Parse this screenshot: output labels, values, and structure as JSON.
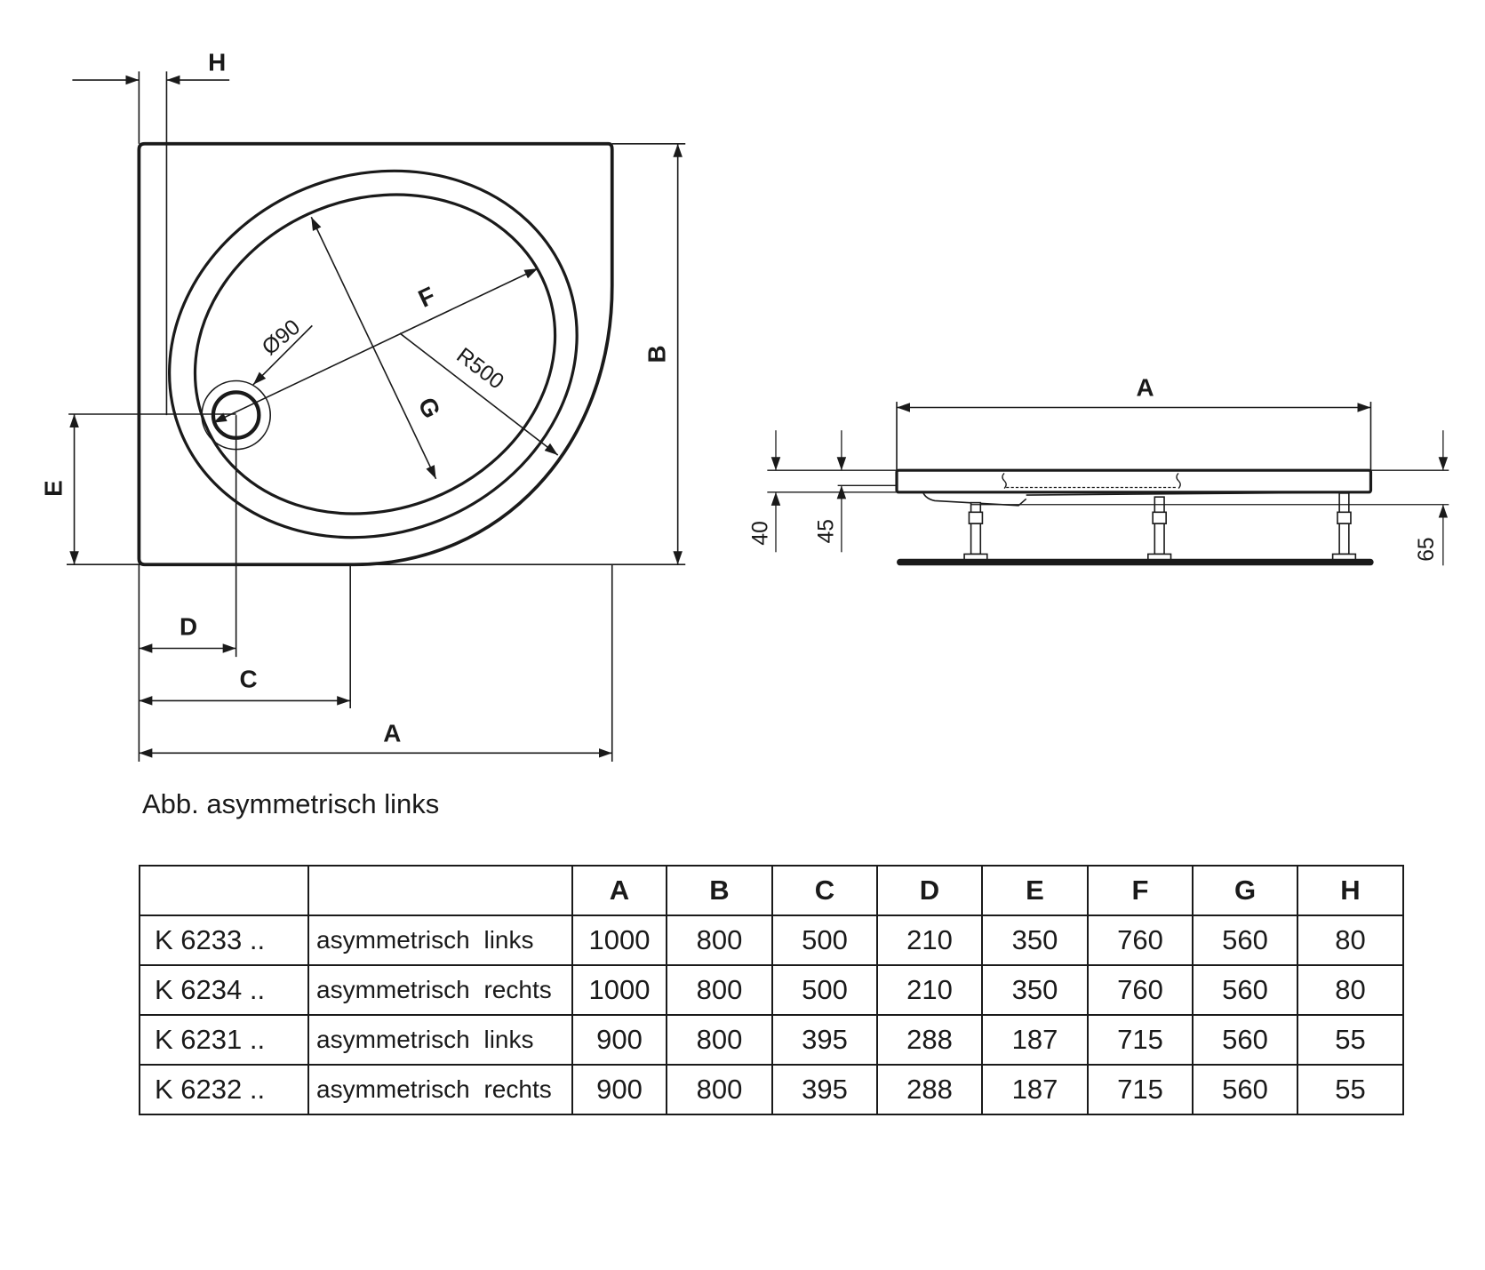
{
  "drawing": {
    "top_view": {
      "labels": {
        "H": "H",
        "B": "B",
        "E": "E",
        "D": "D",
        "C": "C",
        "A": "A",
        "F": "F",
        "G": "G",
        "radius": "R500",
        "drain": "Ø90"
      }
    },
    "side_view": {
      "labels": {
        "A": "A",
        "d40": "40",
        "d45": "45",
        "d65": "65"
      }
    }
  },
  "caption": "Abb. asymmetrisch links",
  "table": {
    "headers": [
      "",
      "",
      "A",
      "B",
      "C",
      "D",
      "E",
      "F",
      "G",
      "H"
    ],
    "rows": [
      [
        "K 6233 ..",
        "asymmetrisch links",
        "1000",
        "800",
        "500",
        "210",
        "350",
        "760",
        "560",
        "80"
      ],
      [
        "K 6234 ..",
        "asymmetrisch rechts",
        "1000",
        "800",
        "500",
        "210",
        "350",
        "760",
        "560",
        "80"
      ],
      [
        "K 6231 ..",
        "asymmetrisch links",
        "900",
        "800",
        "395",
        "288",
        "187",
        "715",
        "560",
        "55"
      ],
      [
        "K 6232 ..",
        "asymmetrisch rechts",
        "900",
        "800",
        "395",
        "288",
        "187",
        "715",
        "560",
        "55"
      ]
    ]
  }
}
